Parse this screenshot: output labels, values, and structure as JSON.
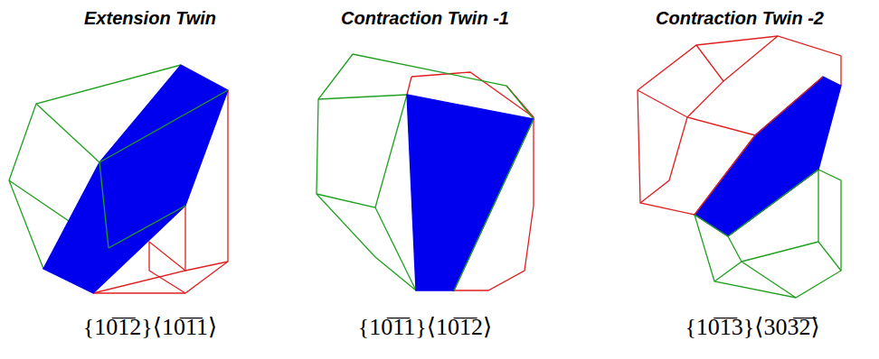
{
  "diagram": {
    "labels": [
      "Extension Twin",
      "Contraction Twin -1",
      "Contraction Twin -2",
      "{10̅1̅2}⟨10̅1̅1⟩",
      "{10̅1̅1}⟨10̅1̅2⟩",
      "{10̅1̅3}⟨303̅2̅⟩"
    ]
  }
}
